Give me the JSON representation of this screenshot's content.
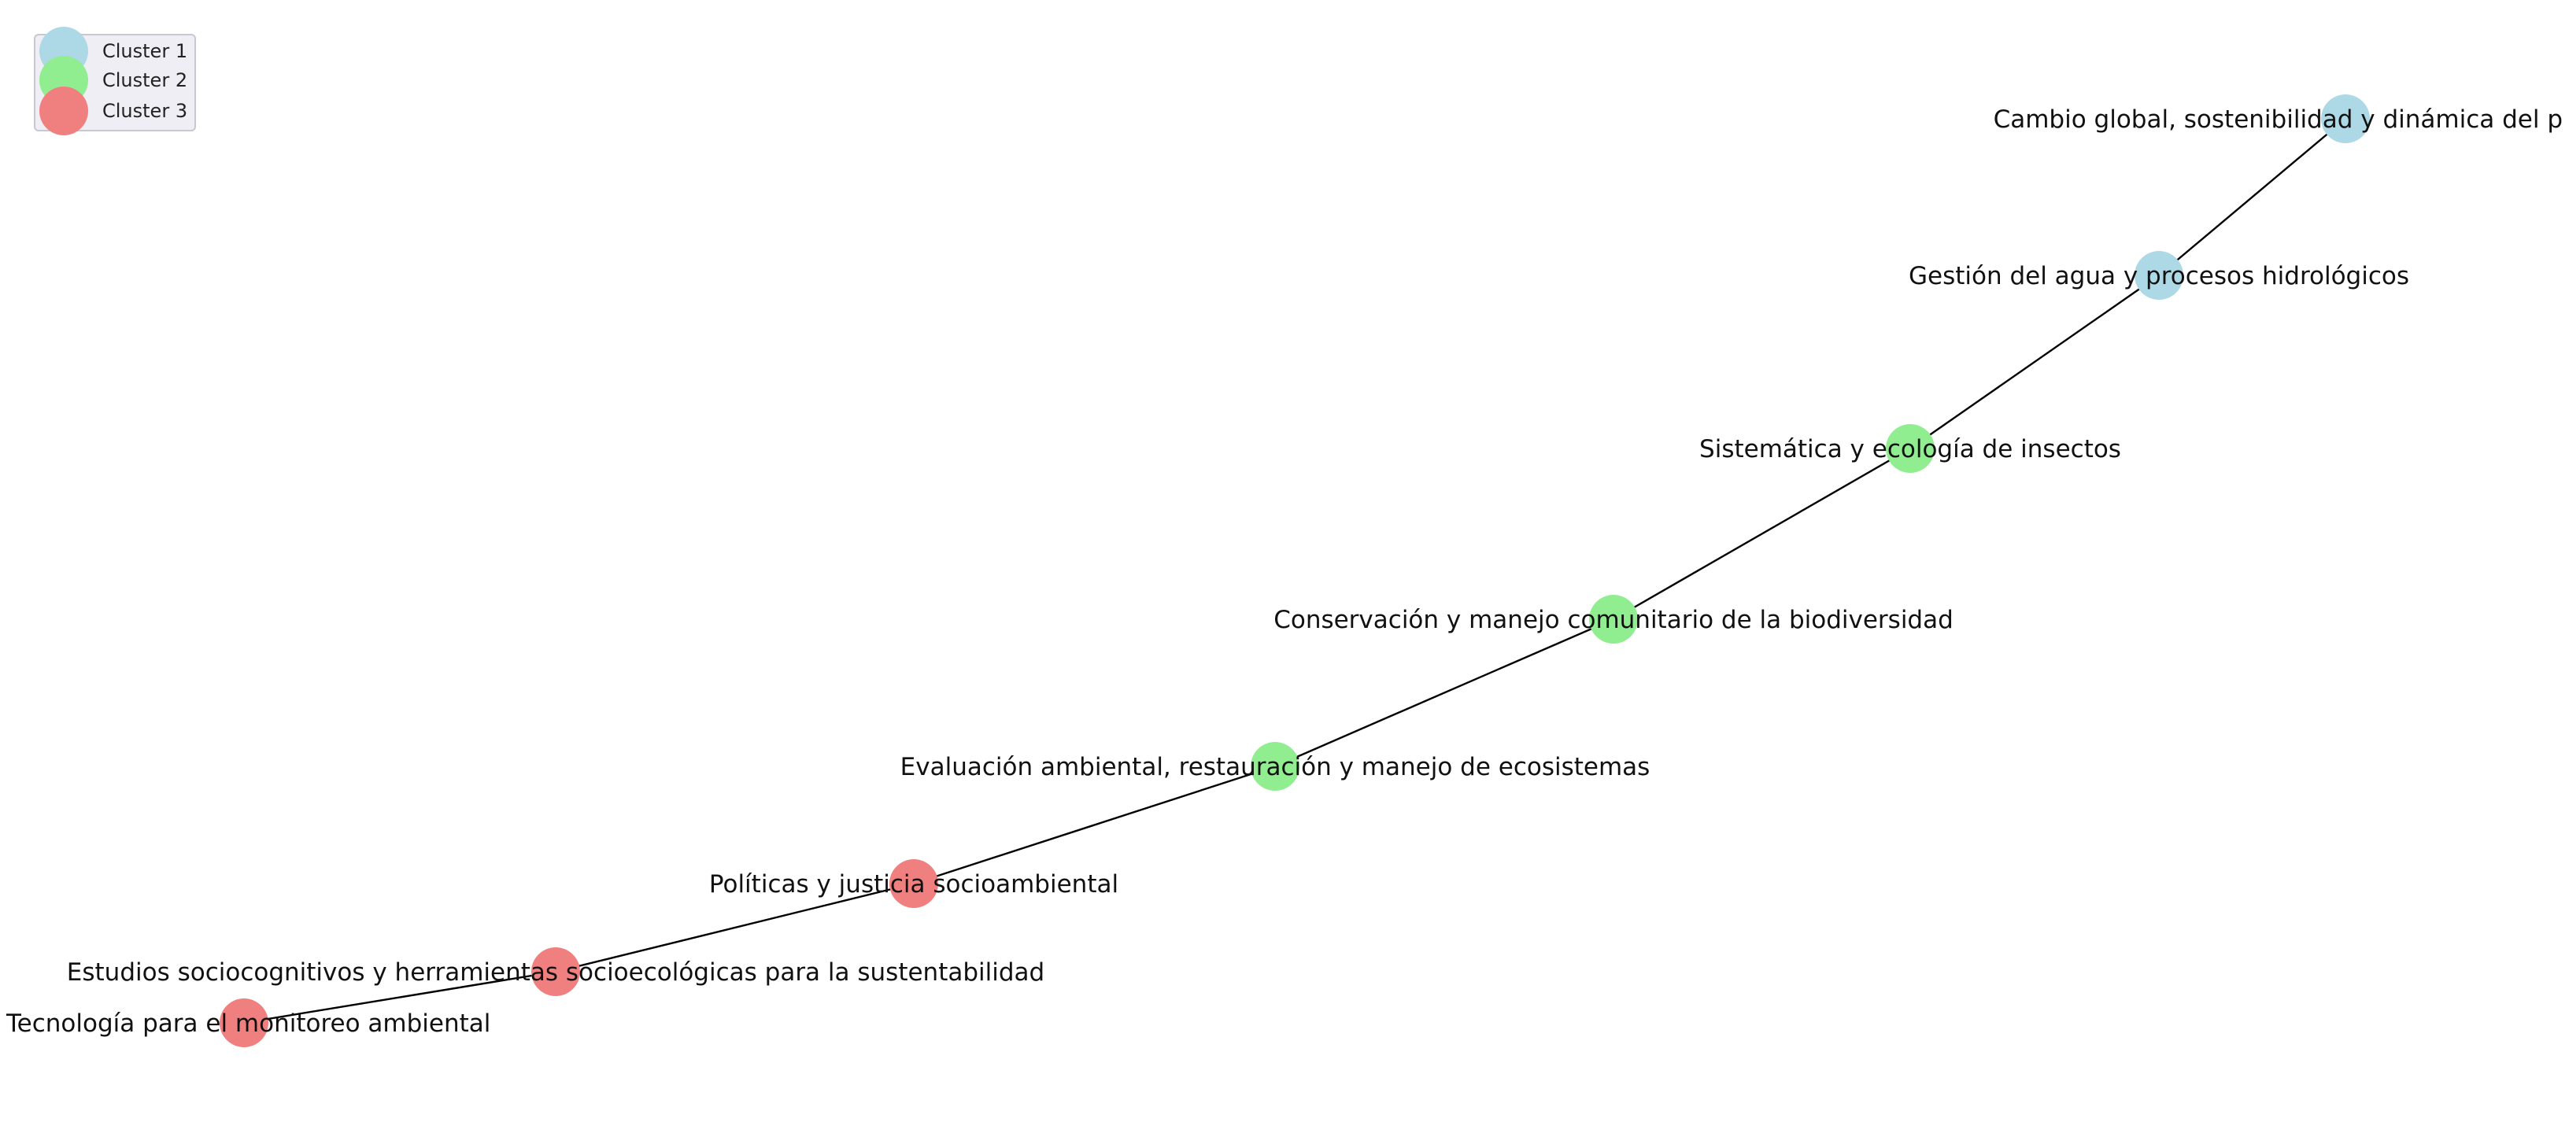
{
  "legend": {
    "items": [
      {
        "label": "Cluster 1",
        "color": "#add8e6"
      },
      {
        "label": "Cluster 2",
        "color": "#90ee90"
      },
      {
        "label": "Cluster 3",
        "color": "#f08080"
      }
    ]
  },
  "nodes": [
    {
      "label": "Cambio global, sostenibilidad y dinámica del p",
      "cluster": 1
    },
    {
      "label": "Gestión del agua y procesos hidrológicos",
      "cluster": 1
    },
    {
      "label": "Sistemática y ecología de insectos",
      "cluster": 2
    },
    {
      "label": "Conservación y manejo comunitario de la biodiversidad",
      "cluster": 2
    },
    {
      "label": "Evaluación ambiental, restauración y manejo de ecosistemas",
      "cluster": 2
    },
    {
      "label": "Políticas y justicia socioambiental",
      "cluster": 3
    },
    {
      "label": "Estudios sociocognitivos y herramientas socioecológicas para la sustentabilidad",
      "cluster": 3
    },
    {
      "label": "Tecnología para el monitoreo ambiental",
      "cluster": 3
    }
  ],
  "edges": [
    [
      0,
      1
    ],
    [
      1,
      2
    ],
    [
      2,
      3
    ],
    [
      3,
      4
    ],
    [
      4,
      5
    ],
    [
      5,
      6
    ],
    [
      6,
      7
    ]
  ]
}
